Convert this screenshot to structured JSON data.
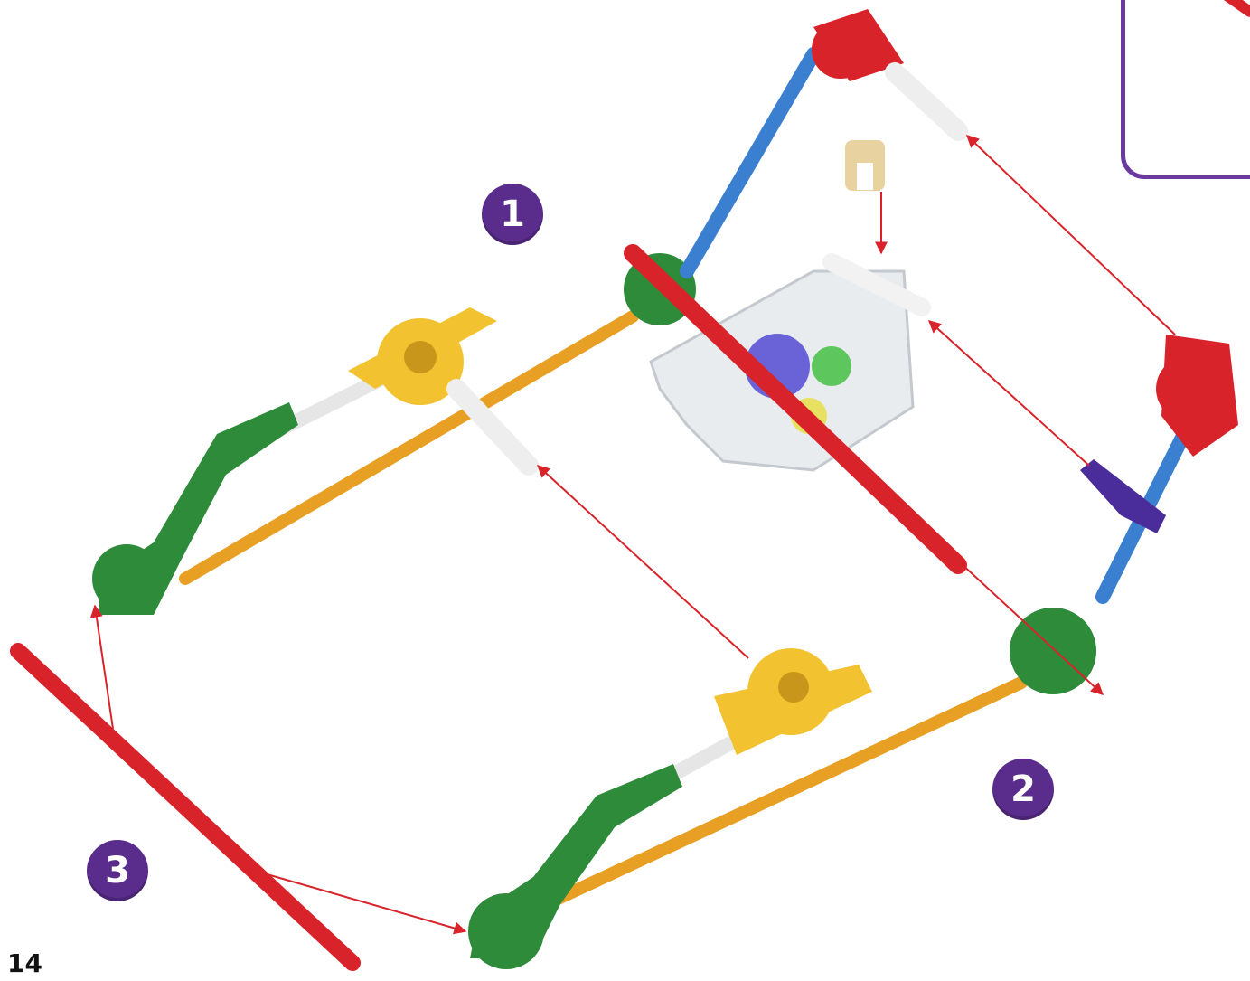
{
  "page": {
    "number": "14"
  },
  "steps": [
    {
      "label": "1"
    },
    {
      "label": "2"
    },
    {
      "label": "3"
    }
  ],
  "parts": {
    "rod_red": "red-rod",
    "rod_orange": "orange-rod",
    "rod_blue": "blue-rod",
    "connector_green": "green-connector",
    "connector_yellow": "yellow-connector",
    "connector_red": "red-connector",
    "connector_tan": "tan-connector",
    "clip_purple": "purple-clip",
    "gearbox": "motor-gearbox"
  },
  "colors": {
    "badge": "#5a2d8c",
    "arrow": "#d8232a",
    "red": "#d8232a",
    "orange": "#e8a024",
    "blue": "#3a7fd0",
    "green": "#2e8b3a",
    "yellow": "#f2c230",
    "purple": "#4a2c9a",
    "tan": "#e8d2a0"
  }
}
